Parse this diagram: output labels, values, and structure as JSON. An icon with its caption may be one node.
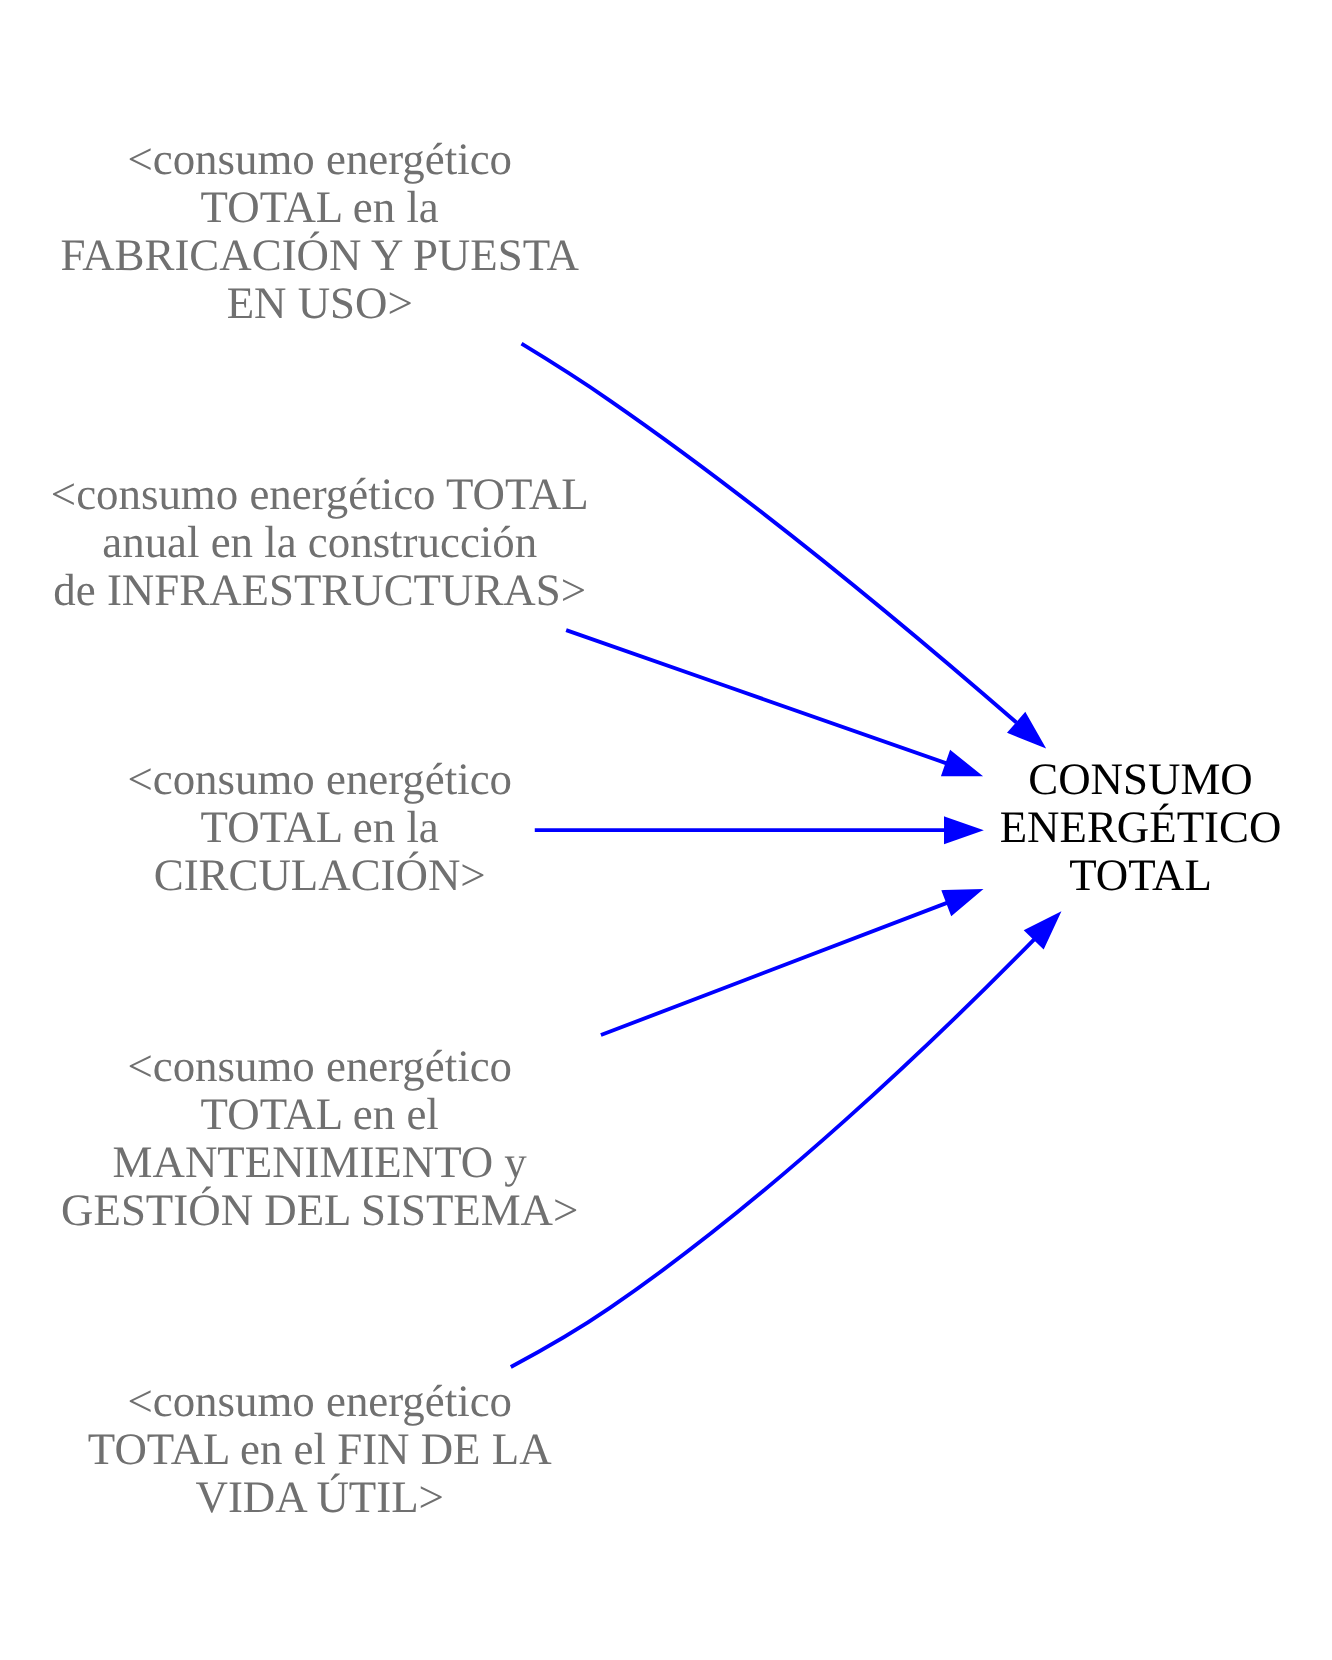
{
  "diagram": {
    "nodes": [
      {
        "text": [
          "<consumo energético TOTAL en la FABRICACIÓN Y PUESTA EN USO>"
        ]
      },
      {
        "text": [
          "<consumo energético TOTAL anual en la construcción de INFRAESTRUCTURAS>"
        ]
      },
      {
        "text": [
          "<consumo energético TOTAL en la CIRCULACIÓN>"
        ]
      },
      {
        "text": [
          "<consumo energético TOTAL en el MANTENIMIENTO y GESTIÓN DEL SISTEMA>"
        ]
      },
      {
        "text": [
          "<consumo energético TOTAL en el FIN DE LA VIDA ÚTIL>"
        ]
      },
      {
        "text": [
          "CONSUMO ENERGÉTICO TOTAL"
        ]
      }
    ],
    "edges": [
      {
        "from": 0,
        "to": 5,
        "arrow": "to"
      },
      {
        "from": 1,
        "to": 5,
        "arrow": "to"
      },
      {
        "from": 2,
        "to": 5,
        "arrow": "to"
      },
      {
        "from": 3,
        "to": 5,
        "arrow": "to"
      },
      {
        "from": 4,
        "to": 5,
        "arrow": "to"
      }
    ]
  }
}
